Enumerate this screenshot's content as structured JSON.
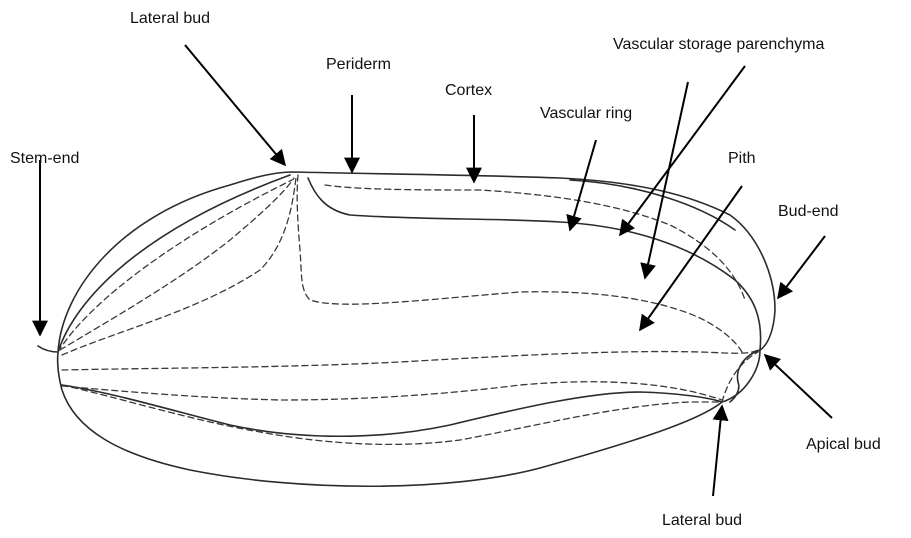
{
  "labels": {
    "lateral_bud_top": "Lateral bud",
    "periderm": "Periderm",
    "cortex": "Cortex",
    "vascular_storage_parenchyma": "Vascular storage parenchyma",
    "vascular_ring": "Vascular ring",
    "pith": "Pith",
    "stem_end": "Stem-end",
    "bud_end": "Bud-end",
    "apical_bud": "Apical bud",
    "lateral_bud_bottom": "Lateral bud"
  },
  "colors": {
    "line": "#2b2b2b",
    "arrow": "#000000",
    "background": "#ffffff"
  }
}
